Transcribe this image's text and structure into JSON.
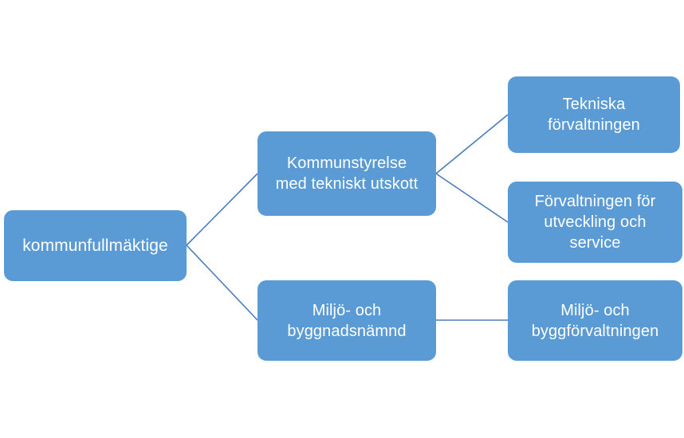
{
  "diagram": {
    "type": "organization-chart",
    "title": "",
    "background_color": "#FFFFFF",
    "node_fill_color": "#5B9BD5",
    "node_text_color": "#FFFFFF",
    "connector_color": "#4A7EBB",
    "nodes": [
      {
        "id": "kommunfullmaktige",
        "label": "kommunfullmäktige",
        "level": 1
      },
      {
        "id": "kommunstyrelse",
        "label": "Kommunstyrelse\nmed tekniskt utskott",
        "level": 2
      },
      {
        "id": "miljo_byggnadsnamnd",
        "label": "Miljö- och\nbyggnadsnämnd",
        "level": 2
      },
      {
        "id": "tekniska_forvaltningen",
        "label": "Tekniska\nförvaltningen",
        "level": 3
      },
      {
        "id": "forvaltningen_utveckling",
        "label": "Förvaltningen för\nutveckling och\nservice",
        "level": 3
      },
      {
        "id": "byggforvaltningen",
        "label": "Miljö- och\nbyggförvaltningen",
        "level": 3
      }
    ],
    "edges": [
      {
        "from": "kommunfullmaktige",
        "to": "kommunstyrelse"
      },
      {
        "from": "kommunfullmaktige",
        "to": "miljo_byggnadsnamnd"
      },
      {
        "from": "kommunstyrelse",
        "to": "tekniska_forvaltningen"
      },
      {
        "from": "kommunstyrelse",
        "to": "forvaltningen_utveckling"
      },
      {
        "from": "miljo_byggnadsnamnd",
        "to": "byggforvaltningen"
      }
    ]
  }
}
